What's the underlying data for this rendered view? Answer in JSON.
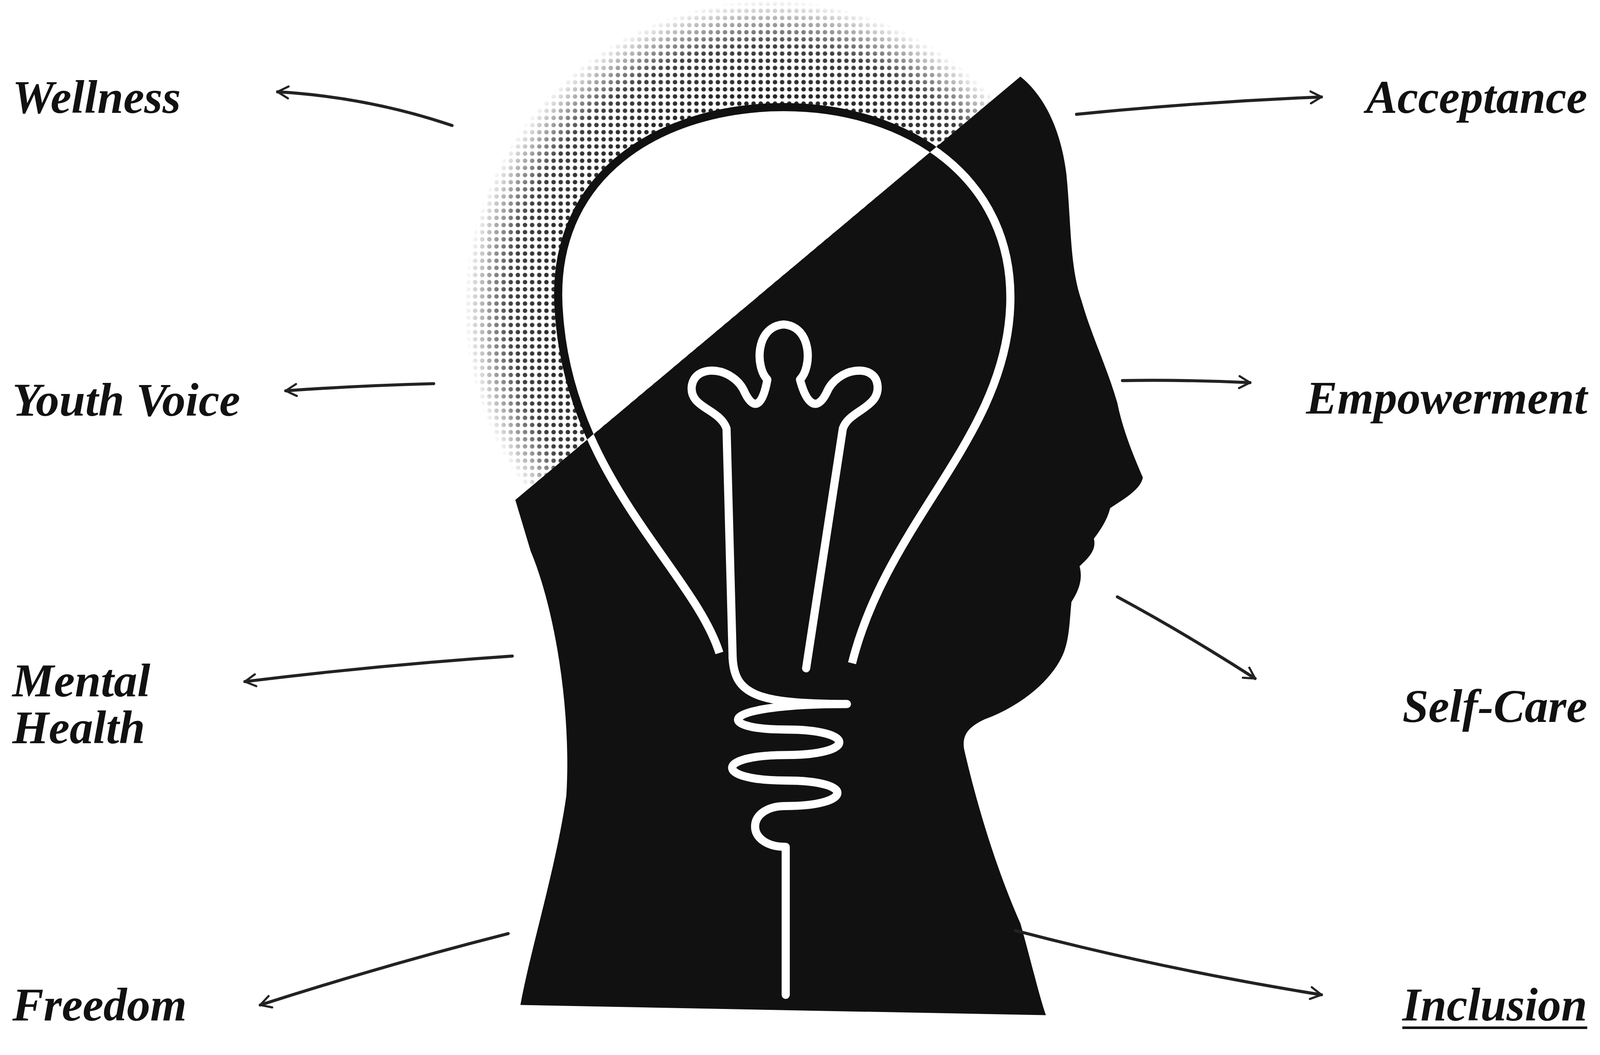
{
  "diagram": {
    "labels": [
      "Wellness",
      "Acceptance",
      "Youth Voice",
      "Empowerment",
      "Mental Health",
      "Self-Care",
      "Freedom",
      "Inclusion"
    ]
  }
}
